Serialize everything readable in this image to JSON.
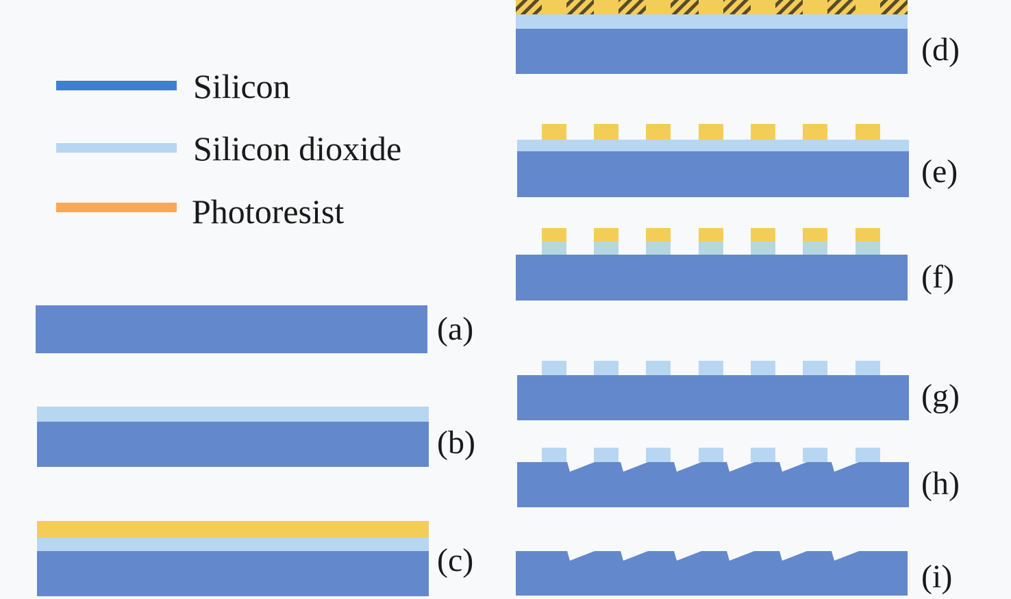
{
  "legend": {
    "items": [
      {
        "label": "Silicon",
        "color": "#3f7fd0"
      },
      {
        "label": "Silicon dioxide",
        "color": "#b7d6f2"
      },
      {
        "label": "Photoresist",
        "color": "#f6a95a"
      }
    ]
  },
  "materials": {
    "silicon": "#6388cc",
    "silicon_edge": "#5a7fc0",
    "silicon_dioxide": "#b7d6f2",
    "photoresist": "#f2cd58",
    "exposed_resist_hatch": "#5a4a2a",
    "etched_oxide": "#b5d8e0"
  },
  "steps": [
    {
      "label": "(a)"
    },
    {
      "label": "(b)"
    },
    {
      "label": "(c)"
    },
    {
      "label": "(d)"
    },
    {
      "label": "(e)"
    },
    {
      "label": "(f)"
    },
    {
      "label": "(g)"
    },
    {
      "label": "(h)"
    },
    {
      "label": "(i)"
    }
  ]
}
